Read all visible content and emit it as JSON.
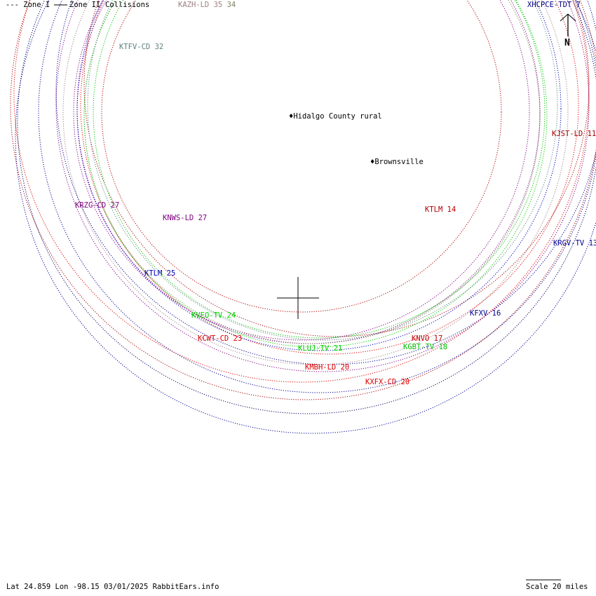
{
  "legend": {
    "zone1": "--- Zone I",
    "zone2": "Zone II",
    "collisions": "Collisions"
  },
  "compass": {
    "label": "N"
  },
  "cities": [
    {
      "name": "Hidalgo County rural"
    },
    {
      "name": "Brownsville"
    }
  ],
  "stations": [
    {
      "call": "KAZH-LD",
      "channel": "35",
      "channel2": "34",
      "color": "#a08080",
      "color2": "#808060"
    },
    {
      "call": "XHCPCE-TDT",
      "channel": "7",
      "color": "#000080"
    },
    {
      "call": "KTFV-CD",
      "channel": "32",
      "color": "#608080"
    },
    {
      "call": "KJST-LD",
      "channel": "11",
      "color": "#a00000"
    },
    {
      "call": "KTLM",
      "channel": "14",
      "color": "#b00000"
    },
    {
      "call": "KRZG-CD",
      "channel": "27",
      "color": "#800080"
    },
    {
      "call": "KNWS-LD",
      "channel": "27",
      "color": "#800080"
    },
    {
      "call": "KRGV-TV",
      "channel": "13",
      "color": "#000090"
    },
    {
      "call": "KTLM",
      "channel": "25",
      "color": "#0000c0"
    },
    {
      "call": "KFXV",
      "channel": "16",
      "color": "#000090"
    },
    {
      "call": "KVEO-TV",
      "channel": "24",
      "color": "#00d000"
    },
    {
      "call": "KNVO",
      "channel": "17",
      "color": "#c00000"
    },
    {
      "call": "KCWT-CD",
      "channel": "23",
      "color": "#e00000"
    },
    {
      "call": "KLUJ-TV",
      "channel": "21",
      "color": "#00d000"
    },
    {
      "call": "KGBT-TV",
      "channel": "18",
      "color": "#00c000"
    },
    {
      "call": "KMBH-LD",
      "channel": "20",
      "color": "#e00000"
    },
    {
      "call": "KXFX-CD",
      "channel": "20",
      "color": "#e00000"
    }
  ],
  "footer": {
    "info": "Lat 24.859 Lon -98.15 03/01/2025 RabbitEars.info",
    "scale": "Scale 20 miles"
  }
}
